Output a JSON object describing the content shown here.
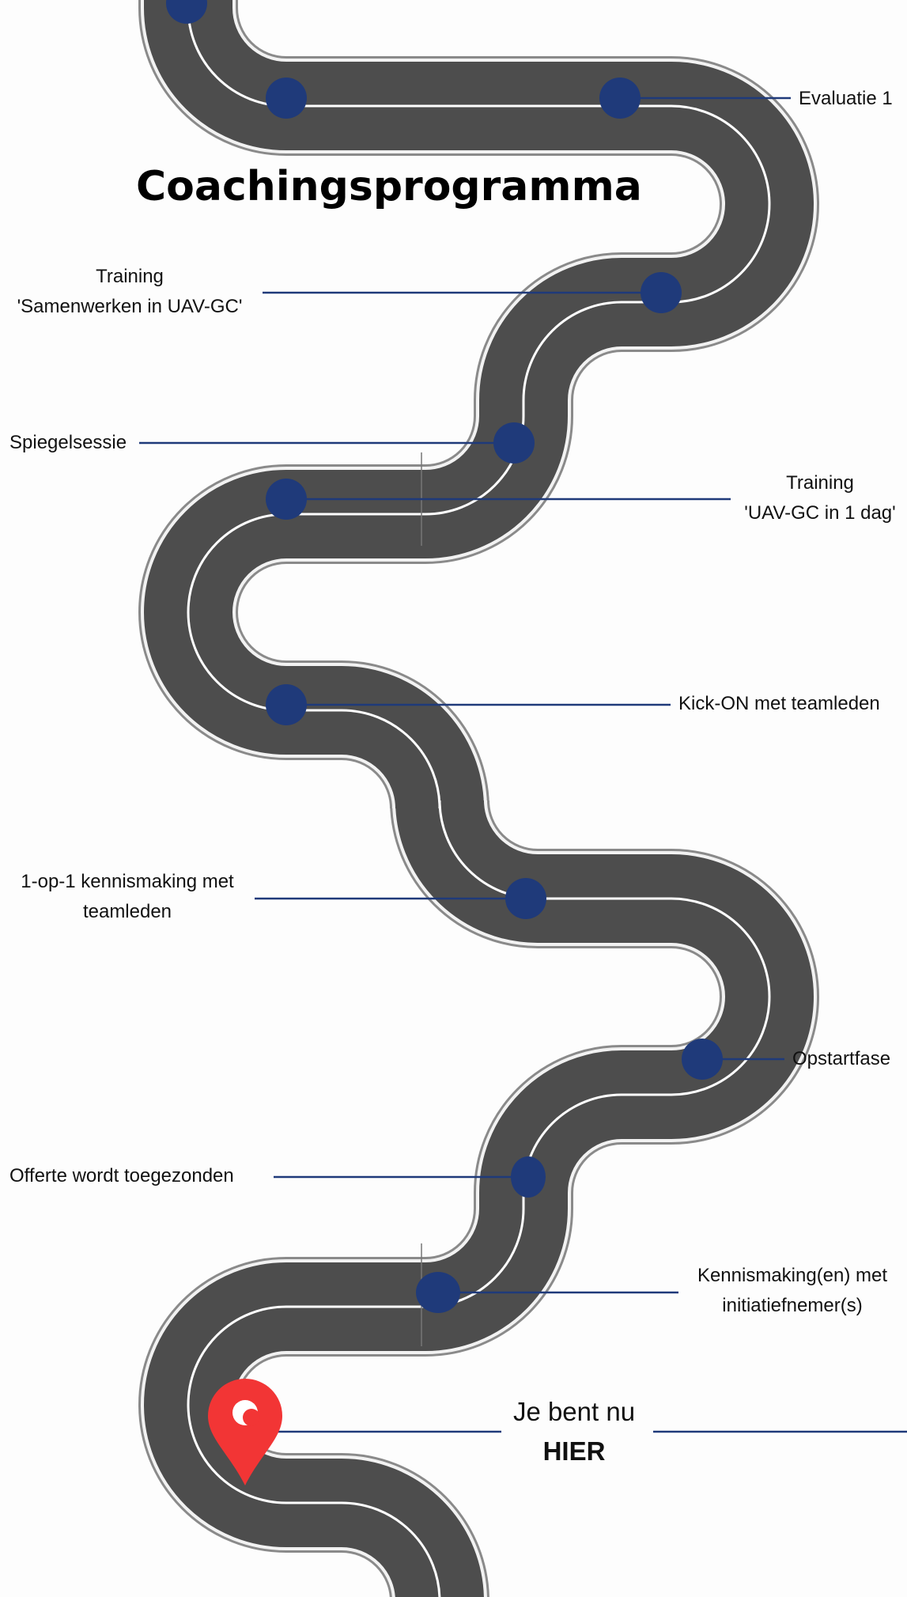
{
  "title": "Coachingsprogramma",
  "colors": {
    "road": "#4d4d4d",
    "road_edge": "#f2f2f2",
    "center_line": "#ffffff",
    "marker": "#1f3a7a",
    "connector": "#1f3a7a",
    "pin": "#f23535",
    "background": "#fdfdfd"
  },
  "milestones": [
    {
      "lines": [
        "Evaluatie 1"
      ]
    },
    {
      "lines": [
        "Training",
        "'Samenwerken in UAV-GC'"
      ]
    },
    {
      "lines": [
        "Spiegelsessie"
      ]
    },
    {
      "lines": [
        "Training",
        "'UAV-GC in 1 dag'"
      ]
    },
    {
      "lines": [
        "Kick-ON met teamleden"
      ]
    },
    {
      "lines": [
        "1-op-1 kennismaking met",
        "teamleden"
      ]
    },
    {
      "lines": [
        "Opstartfase"
      ]
    },
    {
      "lines": [
        "Offerte wordt toegezonden"
      ]
    },
    {
      "lines": [
        "Kennismaking(en) met",
        "initiatiefnemer(s)"
      ]
    }
  ],
  "current_position": {
    "line1": "Je bent nu",
    "line2": "HIER",
    "icon": "location-pin-icon"
  }
}
